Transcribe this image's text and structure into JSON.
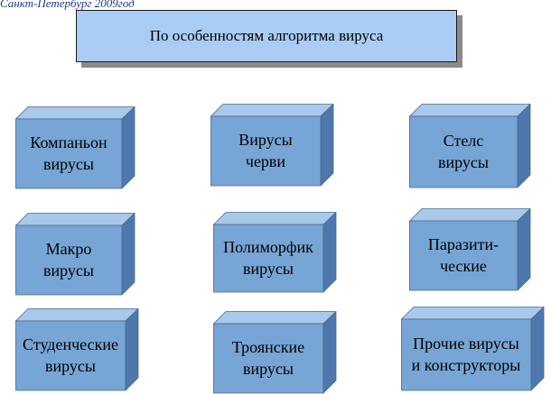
{
  "header": {
    "text": "Санкт-Петербург 2009год"
  },
  "title": "По особенностям алгоритма вируса",
  "colors": {
    "front": "#77a5d5",
    "top": "#a8c9ea",
    "side": "#4e78ad",
    "edge": "#48678c",
    "title_fill": "#a9cdf5"
  },
  "boxes": [
    {
      "label": "Компаньон\nвирусы"
    },
    {
      "label": "Вирусы\nчерви"
    },
    {
      "label": "Стелс\nвирусы"
    },
    {
      "label": "Макро\nвирусы"
    },
    {
      "label": "Полиморфик\nвирусы"
    },
    {
      "label": "Паразити-\nческие"
    },
    {
      "label": "Студенческие\nвирусы"
    },
    {
      "label": "Троянские\nвирусы"
    },
    {
      "label": "Прочие вирусы\nи конструкторы"
    }
  ]
}
